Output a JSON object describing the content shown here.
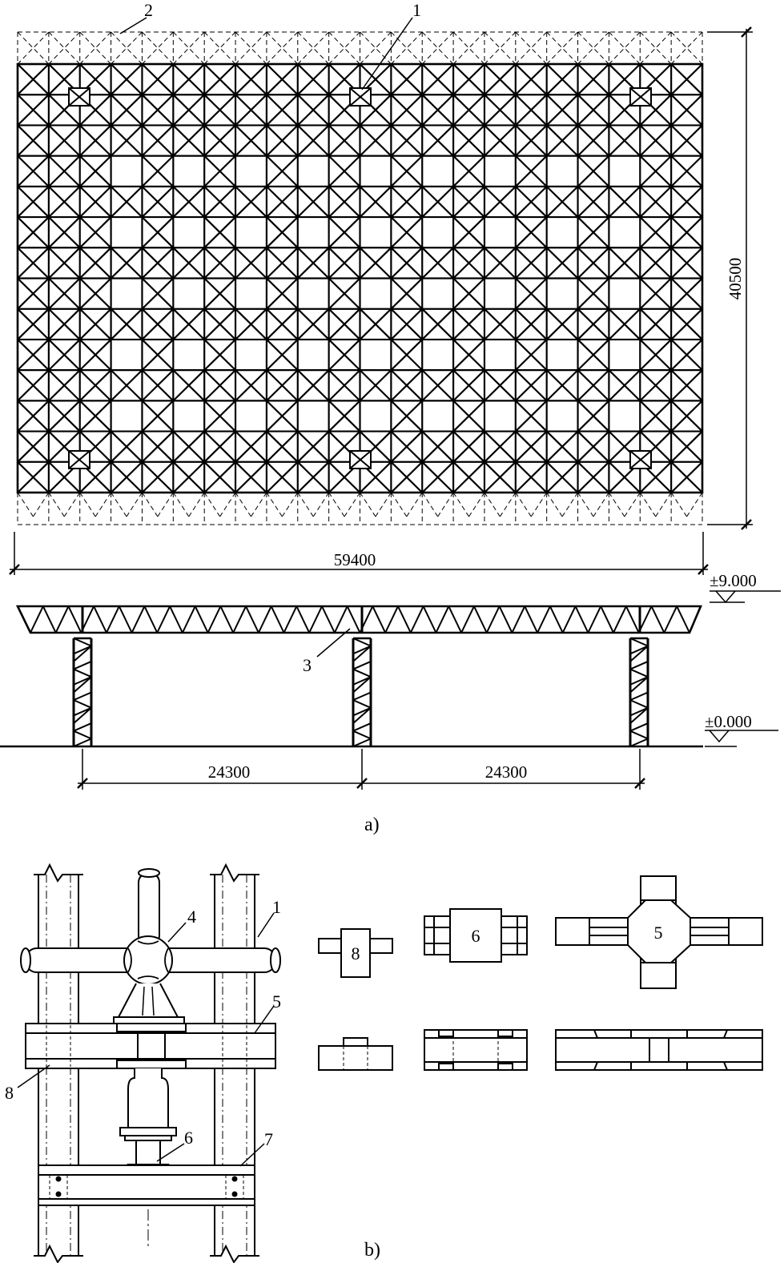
{
  "plan": {
    "label_1": "1",
    "label_2": "2",
    "dim_width": "59400",
    "dim_height": "40500"
  },
  "elevation": {
    "label_3": "3",
    "level_top": "±9.000",
    "level_ground": "±0.000",
    "span_left": "24300",
    "span_right": "24300"
  },
  "caption_a": "a)",
  "detail": {
    "label_1": "1",
    "label_4": "4",
    "label_5": "5",
    "label_6": "6",
    "label_7": "7",
    "label_8": "8",
    "part_8": "8",
    "part_6": "6",
    "part_5": "5"
  },
  "caption_b": "b)"
}
